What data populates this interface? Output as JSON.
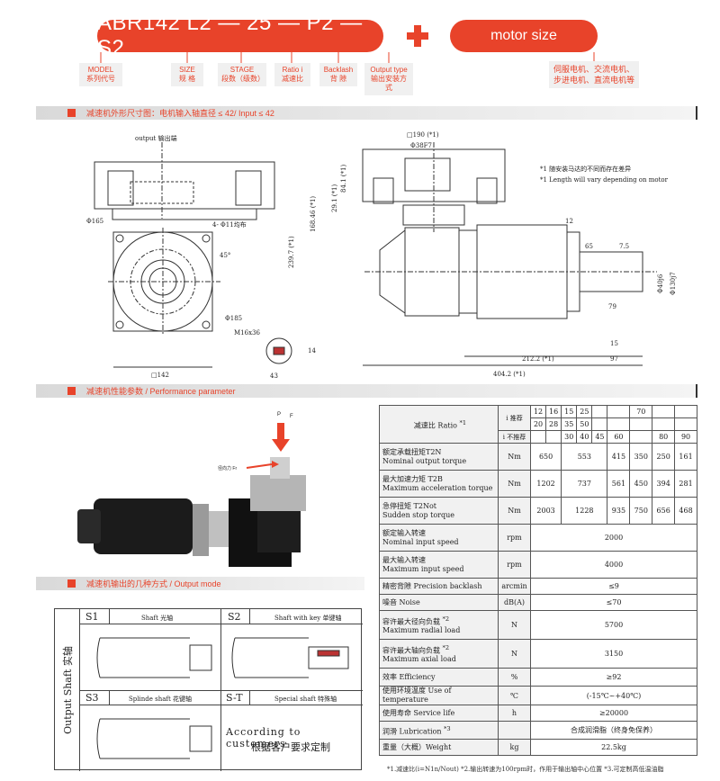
{
  "header": {
    "model_code": "ABR142 L2 — 25 — P2 — S2",
    "motor_label": "motor size",
    "tags": [
      {
        "en": "MODEL",
        "cn": "系列代号"
      },
      {
        "en": "SIZE",
        "cn": "规 格"
      },
      {
        "en": "STAGE",
        "cn": "段数（级数）"
      },
      {
        "en": "Ratio i",
        "cn": "减速比"
      },
      {
        "en": "Backlash",
        "cn": "背 隙"
      },
      {
        "en": "Output type",
        "cn": "输出安装方式"
      }
    ],
    "motor_tag": {
      "line1": "伺服电机、交流电机、",
      "line2": "步进电机、直流电机等"
    }
  },
  "sections": {
    "dimension": "减速机外形尺寸图：电机输入轴直径 ≤ 42/ Input ≤ 42",
    "performance": "减速机性能参数 / Performance parameter",
    "output": "减速机输出的几种方式 / Output mode"
  },
  "drawing": {
    "output_label": "output 输出端",
    "dims_left": [
      "Φ165",
      "4- Φ11均布",
      "45°",
      "Φ185",
      "M16x36",
      "14",
      "43",
      "□142"
    ],
    "dims_right": [
      "□190 (*1)",
      "Φ38F7",
      "84.1 (*1)",
      "29.1 (*1)",
      "168.46 (*1)",
      "239.7 (*1)",
      "12",
      "65",
      "7.5",
      "Φ40j6",
      "Φ130j7",
      "79",
      "15",
      "212.2 (*1)",
      "97",
      "404.2 (*1)"
    ],
    "note1": "*1  随安装马达的不同而存在差异",
    "note2": "*1  Length will vary depending on motor"
  },
  "photo": {
    "force_p": "P",
    "force_r": "径向力 Fr",
    "force_a": "F"
  },
  "perf_table": {
    "ratio_label": "减速比 Ratio",
    "ratio_star": "*1",
    "i_std": "i 推荐",
    "i_nonstd": "i 不推荐",
    "ratios_row1": [
      "12",
      "16",
      "15",
      "25",
      "",
      "",
      "70",
      ""
    ],
    "ratios_row2": [
      "20",
      "28",
      "35",
      "50",
      "",
      "",
      "",
      ""
    ],
    "ratios_row3": [
      "",
      "",
      "30",
      "40",
      "45",
      "60",
      "",
      "80",
      "90"
    ],
    "rows": [
      {
        "cn": "额定承载扭矩T2N",
        "en": "Nominal output torque",
        "unit": "Nm",
        "vals": [
          "650",
          "553",
          "415",
          "350",
          "250",
          "161"
        ]
      },
      {
        "cn": "最大加速力矩 T2B",
        "en": "Maximum acceleration torque",
        "unit": "Nm",
        "vals": [
          "1202",
          "737",
          "561",
          "450",
          "394",
          "281"
        ]
      },
      {
        "cn": "急停扭矩 T2Not",
        "en": "Sudden stop torque",
        "unit": "Nm",
        "vals": [
          "2003",
          "1228",
          "935",
          "750",
          "656",
          "468"
        ]
      }
    ],
    "wide_rows": [
      {
        "cn": "额定输入转速",
        "en": "Nominal input speed",
        "unit": "rpm",
        "val": "2000"
      },
      {
        "cn": "最大输入转速",
        "en": "Maximum input speed",
        "unit": "rpm",
        "val": "4000"
      },
      {
        "cn": "精密背隙 Precision backlash",
        "en": "",
        "unit": "arcmin",
        "val": "≤9"
      },
      {
        "cn": "噪音 Noise",
        "en": "",
        "unit": "dB(A)",
        "val": "≤70"
      },
      {
        "cn": "容许最大径向负载",
        "en": "Maximum radial load",
        "unit": "N",
        "val": "5700",
        "star": "*2"
      },
      {
        "cn": "容许最大轴向负载",
        "en": "Maximum axial load",
        "unit": "N",
        "val": "3150",
        "star": "*2"
      },
      {
        "cn": "效率 Efficiency",
        "en": "",
        "unit": "%",
        "val": "≥92"
      },
      {
        "cn": "使用环境温度 Use of temperature",
        "en": "",
        "unit": "℃",
        "val": "(-15℃~+40℃)"
      },
      {
        "cn": "使用寿命 Service life",
        "en": "",
        "unit": "h",
        "val": "≥20000"
      },
      {
        "cn": "润滑 Lubrication",
        "en": "",
        "unit": "",
        "val": "合成润滑脂（终身免保养）",
        "star": "*3"
      },
      {
        "cn": "重量（大概）Weight",
        "en": "",
        "unit": "kg",
        "val": "22.5kg"
      }
    ],
    "footnote": "*1.减速比(i=N1n/Nout)  *2.输出转速为100rpm时，作用于输出轴中心位置   *3.可定制高低温油脂"
  },
  "output_mode": {
    "side_label": "Output Shaft 实轴",
    "s1": "S1",
    "s1_desc": "Shaft 光轴",
    "s2": "S2",
    "s2_desc": "Shaft with key 单键轴",
    "s3": "S3",
    "s3_desc": "Splinde shaft 花键轴",
    "st": "S-T",
    "st_desc": "Special shaft 特殊轴",
    "custom_en": "According to customers",
    "custom_cn": "根据客户要求定制"
  },
  "colors": {
    "accent": "#e8432a",
    "text": "#222222",
    "line": "#333333"
  }
}
